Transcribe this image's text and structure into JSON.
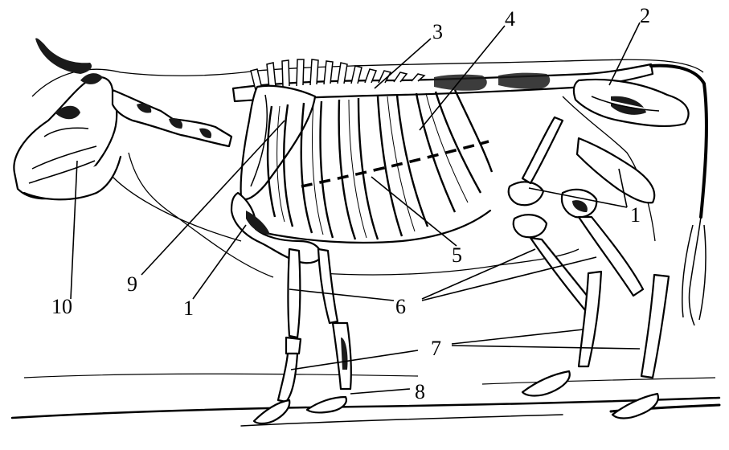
{
  "figure": {
    "labels": [
      {
        "id": "label-10",
        "text": "10"
      },
      {
        "id": "label-9",
        "text": "9"
      },
      {
        "id": "label-1-front",
        "text": "1"
      },
      {
        "id": "label-6",
        "text": "6"
      },
      {
        "id": "label-7",
        "text": "7"
      },
      {
        "id": "label-8",
        "text": "8"
      },
      {
        "id": "label-5",
        "text": "5"
      },
      {
        "id": "label-1-rear",
        "text": "1"
      },
      {
        "id": "label-3",
        "text": "3"
      },
      {
        "id": "label-4",
        "text": "4"
      },
      {
        "id": "label-2",
        "text": "2"
      }
    ]
  },
  "colors": {
    "ink": "#000000",
    "paper": "#ffffff"
  }
}
